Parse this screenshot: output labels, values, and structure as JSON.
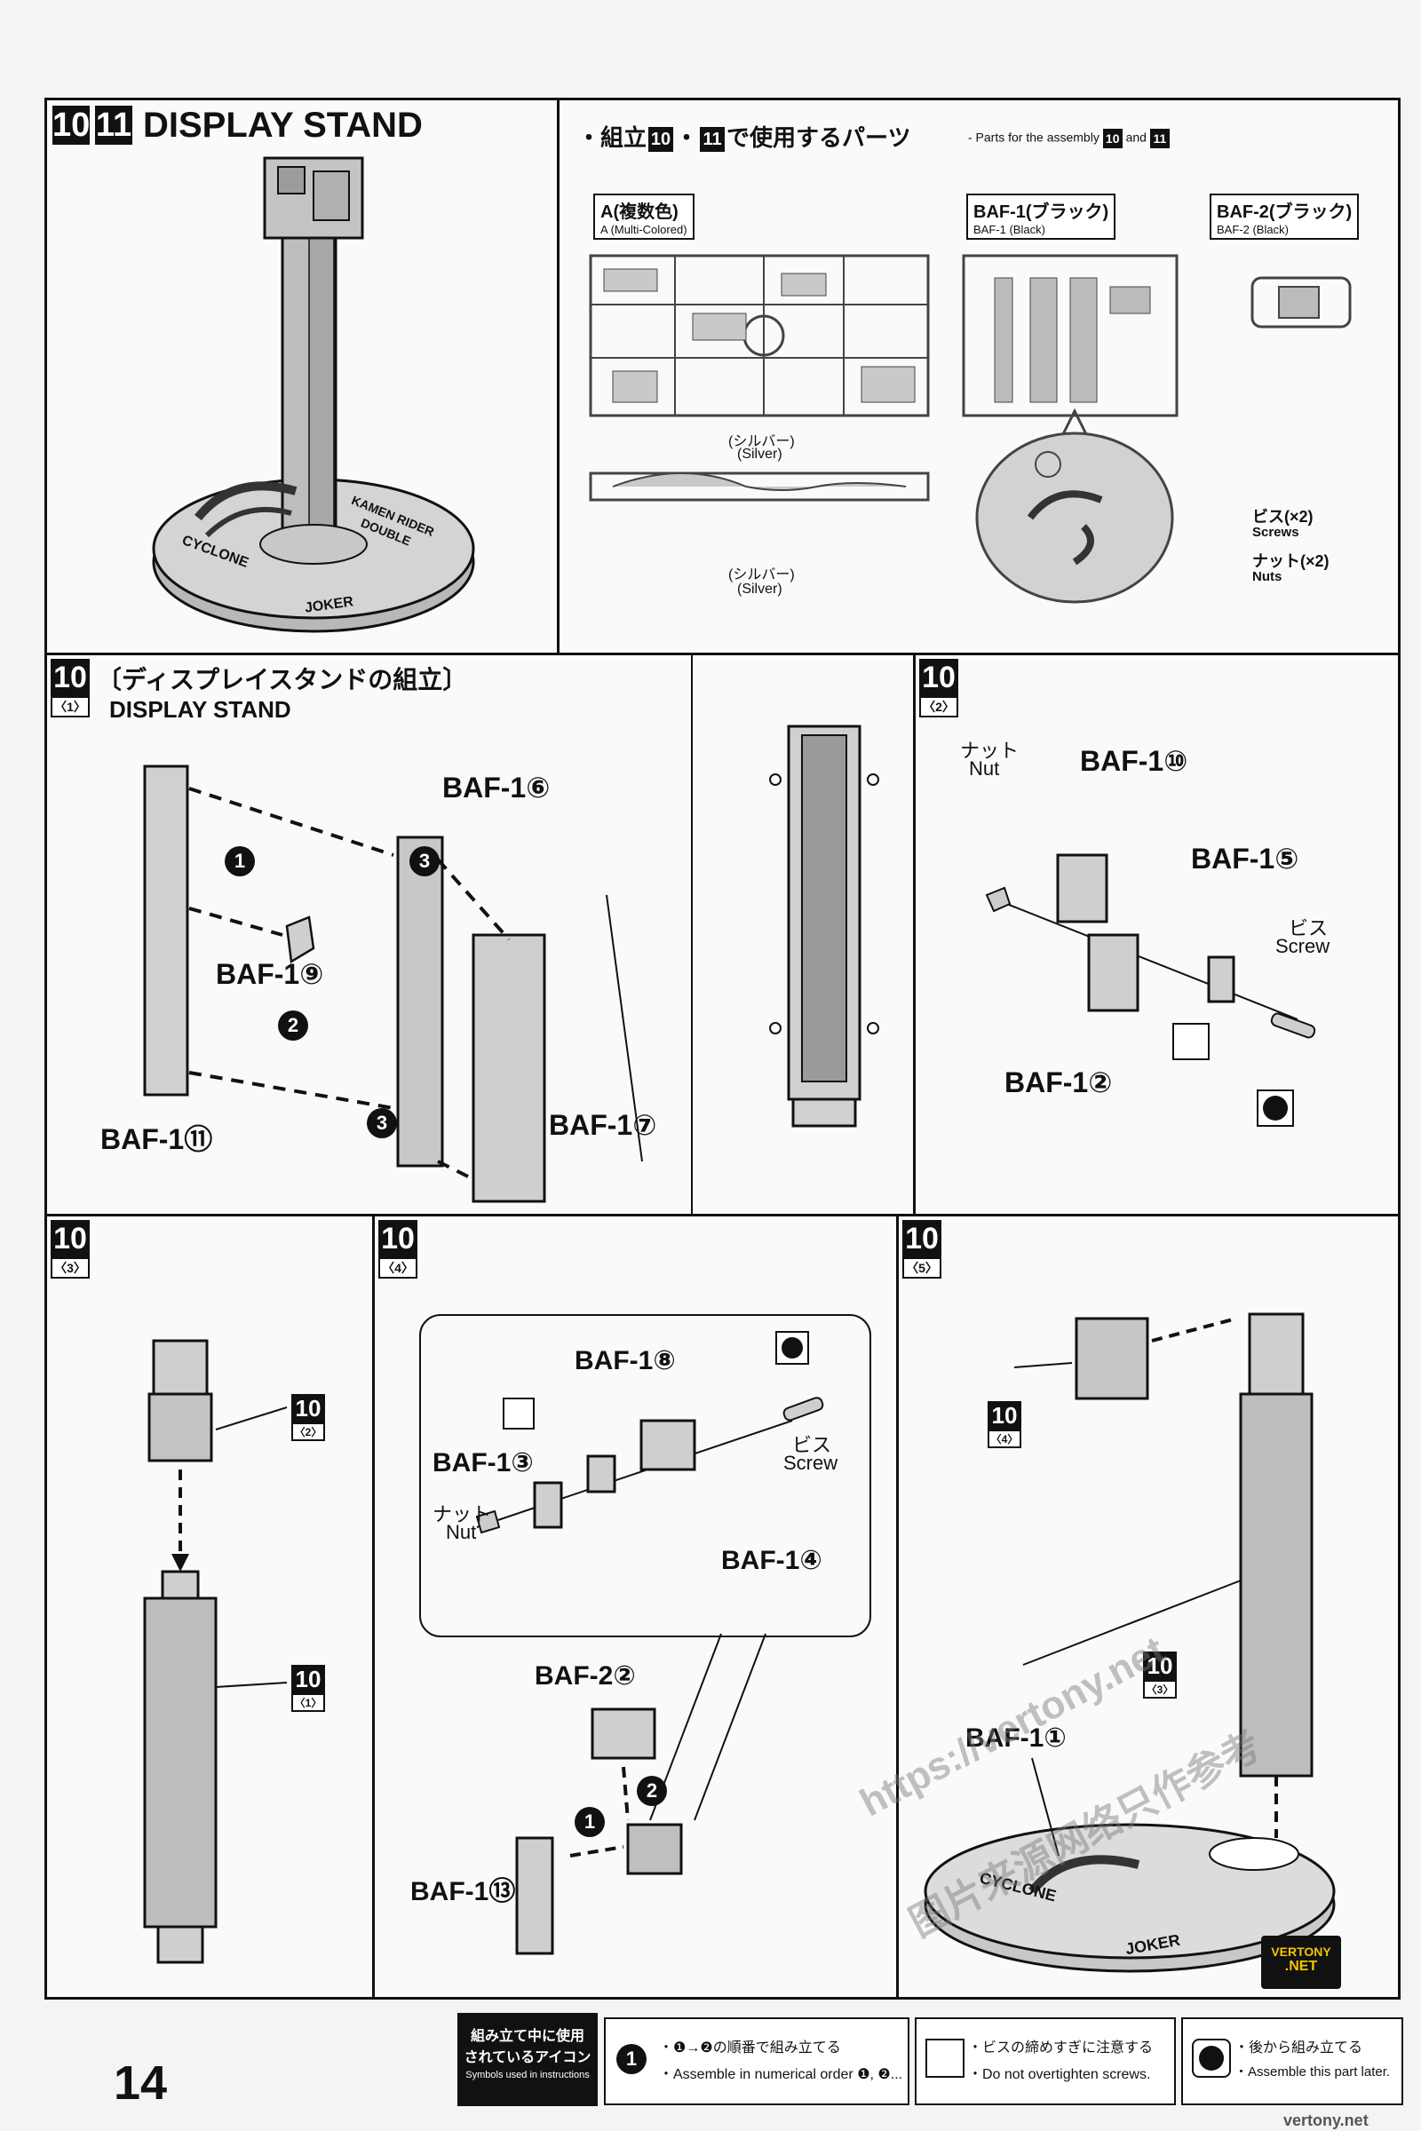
{
  "page_number": "14",
  "header": {
    "step_a": "10",
    "step_b": "11",
    "title": "DISPLAY STAND"
  },
  "parts_panel": {
    "bullet": "・",
    "title_jp_1": "組立",
    "title_jp_num_a": "10",
    "title_jp_dot": "・",
    "title_jp_num_b": "11",
    "title_jp_2": "で使用するパーツ",
    "title_en": "- Parts for the assembly",
    "title_en_and": "and",
    "runner_a": {
      "name": "A(複数色)",
      "sub": "A (Multi-Colored)"
    },
    "runner_baf1": {
      "name": "BAF-1(ブラック)",
      "sub": "BAF-1 (Black)"
    },
    "runner_baf2": {
      "name": "BAF-2(ブラック)",
      "sub": "BAF-2 (Black)"
    },
    "silver_1_jp": "(シルバー)",
    "silver_1_en": "(Silver)",
    "silver_2_jp": "(シルバー)",
    "silver_2_en": "(Silver)",
    "screws_jp": "ビス(×2)",
    "screws_en": "Screws",
    "nuts_jp": "ナット(×2)",
    "nuts_en": "Nuts"
  },
  "stand_logo": {
    "line1": "KAMEN RIDER",
    "line2": "DOUBLE",
    "left": "CYCLONE",
    "right": "JOKER"
  },
  "step10_1": {
    "num": "10",
    "sub": "〈1〉",
    "title_jp": "〔ディスプレイスタンドの組立〕",
    "title_en": "DISPLAY STAND",
    "parts": [
      "BAF-1⑥",
      "BAF-1⑨",
      "BAF-1⑪",
      "BAF-1⑦"
    ],
    "arrows": [
      "1",
      "2",
      "3",
      "3"
    ]
  },
  "step10_2": {
    "num": "10",
    "sub": "〈2〉",
    "nut_jp": "ナット",
    "nut_en": "Nut",
    "screw_jp": "ビス",
    "screw_en": "Screw",
    "parts": [
      "BAF-1⑩",
      "BAF-1⑤",
      "BAF-1②"
    ]
  },
  "step10_3": {
    "num": "10",
    "sub": "〈3〉",
    "ref_a_num": "10",
    "ref_a_sub": "〈2〉",
    "ref_b_num": "10",
    "ref_b_sub": "〈1〉"
  },
  "step10_4": {
    "num": "10",
    "sub": "〈4〉",
    "parts": [
      "BAF-1⑧",
      "BAF-1③",
      "BAF-1④",
      "BAF-2②",
      "BAF-1⑬"
    ],
    "nut_jp": "ナット",
    "nut_en": "Nut",
    "screw_jp": "ビス",
    "screw_en": "Screw",
    "arrows": [
      "1",
      "2"
    ]
  },
  "step10_5": {
    "num": "10",
    "sub": "〈5〉",
    "ref_a_num": "10",
    "ref_a_sub": "〈4〉",
    "ref_b_num": "10",
    "ref_b_sub": "〈3〉",
    "part": "BAF-1①"
  },
  "legend": {
    "heading_1": "組み立て中に使用",
    "heading_2": "されているアイコン",
    "heading_en": "Symbols used in instructions",
    "item1_jp": "・❶→❷の順番で組み立てる",
    "item1_en": "・Assemble in numerical order ❶, ❷...",
    "item2_jp": "・ビスの締めすぎに注意する",
    "item2_en": "・Do not overtighten screws.",
    "item3_jp": "・後から組み立てる",
    "item3_en": "・Assemble this part later."
  },
  "watermark": {
    "url": "https://vertony.net",
    "cn": "图片来源网络只作参考",
    "logo_1": "VERTONY",
    "logo_2": ".NET",
    "footer": "vertony.net"
  }
}
